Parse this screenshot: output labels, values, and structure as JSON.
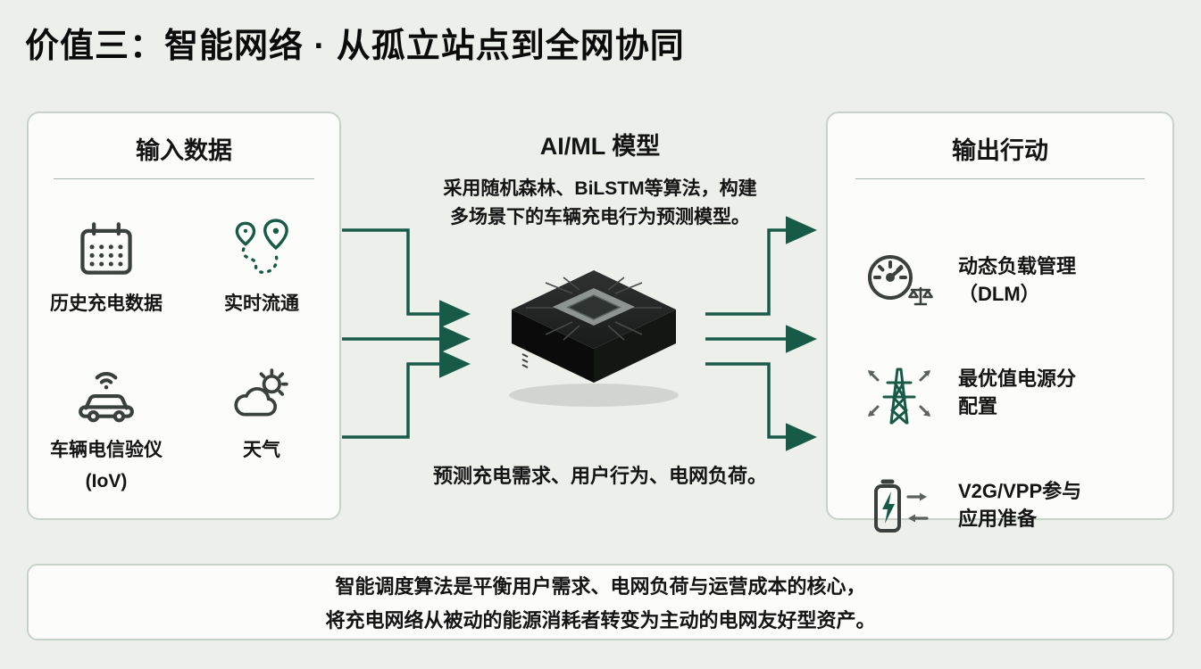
{
  "title": "价值三：智能网络 · 从孤立站点到全网协同",
  "colors": {
    "background": "#edefeb",
    "panel_background": "#fcfdfb",
    "panel_border": "#c7d3c9",
    "arrow_green": "#175a47",
    "icon_gray": "#3a403d",
    "text": "#141414"
  },
  "input_panel": {
    "title": "输入数据",
    "items": [
      {
        "icon": "calendar-icon",
        "label": "历史充电数据"
      },
      {
        "icon": "route-pins-icon",
        "label": "实时流通"
      },
      {
        "icon": "connected-car-icon",
        "label": "车辆电信验仪",
        "label2": "(IoV)"
      },
      {
        "icon": "weather-icon",
        "label": "天气"
      }
    ]
  },
  "model_section": {
    "title": "AI/ML 模型",
    "icon": "ai-chip-icon",
    "description_line1": "采用随机森林、BiLSTM等算法，构建",
    "description_line2": "多场景下的车辆充电行为预测模型。",
    "output_text": "预测充电需求、用户行为、电网负荷。"
  },
  "output_panel": {
    "title": "输出行动",
    "items": [
      {
        "icon": "gauge-icon",
        "lines": [
          "动态负载管理",
          "（DLM）"
        ]
      },
      {
        "icon": "power-tower-icon",
        "lines": [
          "最优值电源分",
          "配置"
        ]
      },
      {
        "icon": "battery-v2g-icon",
        "lines": [
          "V2G/VPP参与",
          "应用准备"
        ]
      }
    ]
  },
  "footer": {
    "line1": "智能调度算法是平衡用户需求、电网负荷与运营成本的核心，",
    "line2": "将充电网络从被动的能源消耗者转变为主动的电网友好型资产。"
  }
}
